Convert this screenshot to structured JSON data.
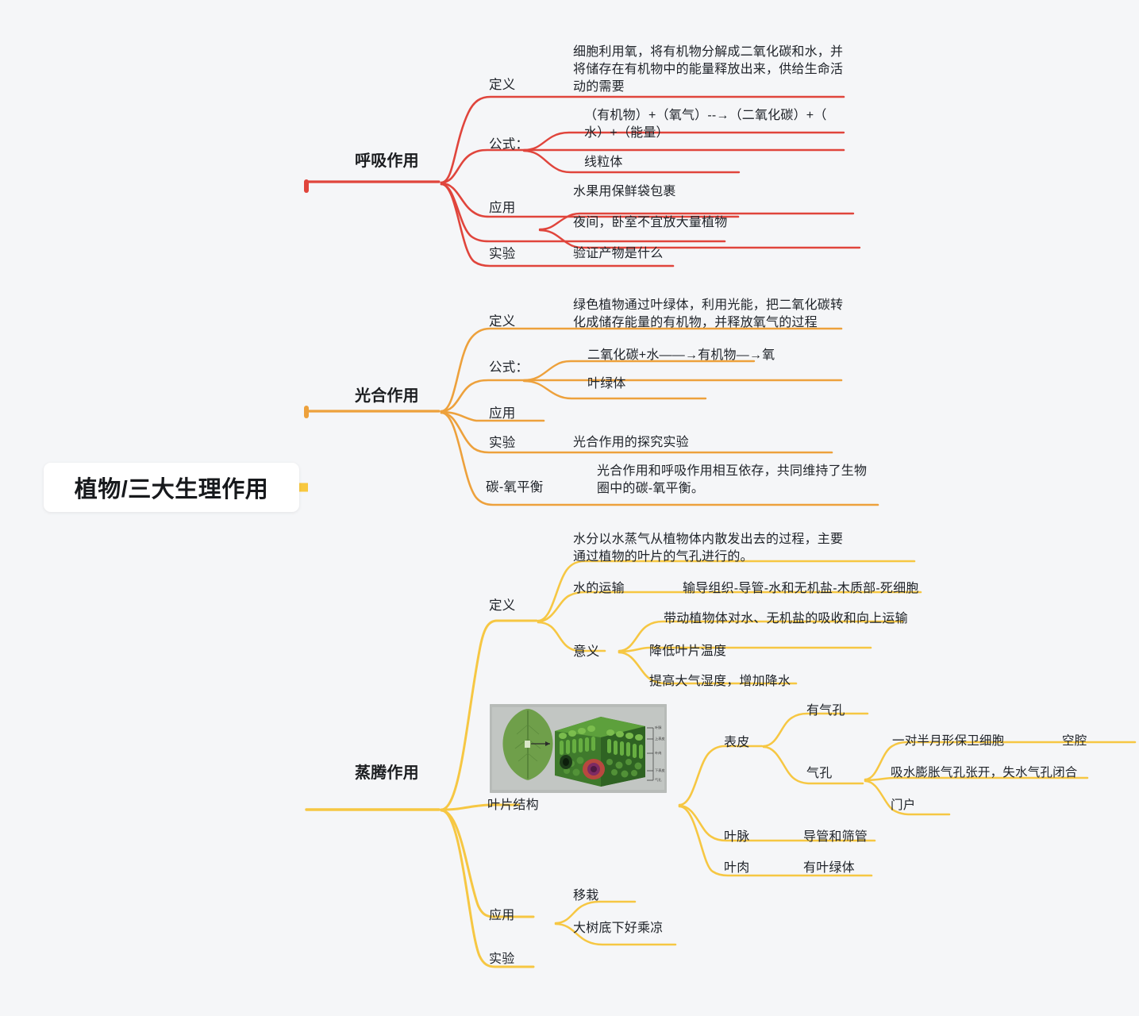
{
  "meta": {
    "background": "#f5f6f8",
    "colors": {
      "respiration": "#e0453c",
      "photosynthesis": "#eda13c",
      "transpiration": "#f6c743",
      "root_bg": "#ffffff",
      "text": "#20242a"
    }
  },
  "root": {
    "label": "植物/三大生理作用"
  },
  "branches": [
    {
      "id": "respiration",
      "label": "呼吸作用",
      "color": "#e0453c",
      "children": [
        {
          "label": "定义",
          "leaves": [
            {
              "text": "细胞利用氧，将有机物分解成二氧化碳和水，并\n将储存在有机物中的能量释放出来，供给生命活\n动的需要"
            }
          ]
        },
        {
          "label": "公式：",
          "leaves": [
            {
              "text": "（有机物）+（氧气）--→（二氧化碳）+（\n水）+（能量）"
            },
            {
              "text": "线粒体"
            }
          ]
        },
        {
          "label": "应用",
          "leaves": [
            {
              "text": "水果用保鲜袋包裹"
            },
            {
              "text": "夜间，卧室不宜放大量植物"
            }
          ]
        },
        {
          "label": "实验",
          "leaves": [
            {
              "text": "验证产物是什么"
            }
          ]
        }
      ]
    },
    {
      "id": "photosynthesis",
      "label": "光合作用",
      "color": "#eda13c",
      "children": [
        {
          "label": "定义",
          "leaves": [
            {
              "text": "绿色植物通过叶绿体，利用光能，把二氧化碳转\n化成储存能量的有机物，并释放氧气的过程"
            }
          ]
        },
        {
          "label": "公式：",
          "leaves": [
            {
              "text": "二氧化碳+水——→有机物—→氧"
            },
            {
              "text": "叶绿体"
            }
          ]
        },
        {
          "label": "应用",
          "leaves": []
        },
        {
          "label": "实验",
          "leaves": [
            {
              "text": "光合作用的探究实验"
            }
          ]
        },
        {
          "label": "碳-氧平衡",
          "leaves": [
            {
              "text": "光合作用和呼吸作用相互依存，共同维持了生物\n圈中的碳-氧平衡。"
            }
          ]
        }
      ]
    },
    {
      "id": "transpiration",
      "label": "蒸腾作用",
      "color": "#f6c743",
      "children": [
        {
          "label": "定义",
          "leaves": [
            {
              "text": "水分以水蒸气从植物体内散发出去的过程，主要\n通过植物的叶片的气孔进行的。"
            },
            {
              "text": "水的运输",
              "detail": "输导组织-导管-水和无机盐-木质部-死细胞"
            }
          ]
        },
        {
          "label": "意义",
          "leaves": [
            {
              "text": "带动植物体对水、无机盐的吸收和向上运输"
            },
            {
              "text": "降低叶片温度"
            },
            {
              "text": "提高大气湿度，增加降水"
            }
          ]
        },
        {
          "label": "叶片结构",
          "has_image": true,
          "image_name": "leaf-cross-section-diagram",
          "sub": [
            {
              "label": "表皮",
              "items": [
                {
                  "text": "有气孔"
                },
                {
                  "text": "气孔",
                  "details": [
                    {
                      "text": "一对半月形保卫细胞",
                      "extra": "空腔"
                    },
                    {
                      "text": "吸水膨胀气孔张开，失水气孔闭合"
                    },
                    {
                      "text": "门户"
                    }
                  ]
                }
              ]
            },
            {
              "label": "叶脉",
              "items": [
                {
                  "text": "导管和筛管"
                }
              ]
            },
            {
              "label": "叶肉",
              "items": [
                {
                  "text": "有叶绿体"
                }
              ]
            }
          ]
        },
        {
          "label": "应用",
          "leaves": [
            {
              "text": "移栽"
            },
            {
              "text": "大树底下好乘凉"
            }
          ]
        },
        {
          "label": "实验",
          "leaves": []
        }
      ]
    }
  ]
}
